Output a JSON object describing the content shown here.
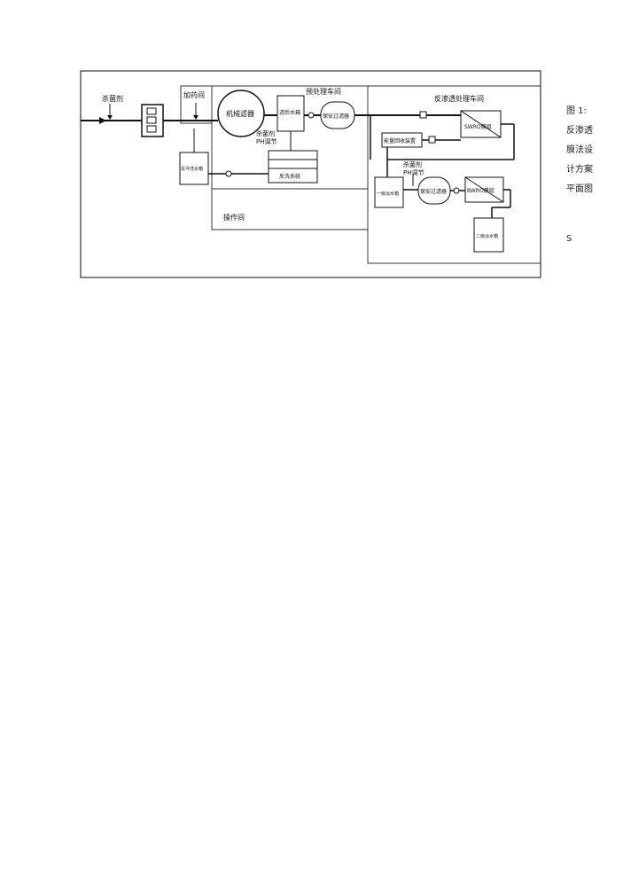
{
  "diagram": {
    "labels": {
      "disinfectant_in": "杀菌剂",
      "dosing_room": "加药间",
      "mechanical_filter": "机械滤器",
      "disinfectant_ph": "杀菌剂",
      "ph_adjust": "PH调节",
      "pretreatment_workshop": "预处理车间",
      "water_tank_1": "滤后水箱",
      "security_filter_1": "保安过滤器",
      "backwash_tank": "反冲洗水箱",
      "backwash_system": "反洗系统",
      "ro_workshop": "反渗透处理车间",
      "energy_recovery": "能量回收装置",
      "swro_module": "SWRO膜组",
      "disinfectant_2": "杀菌剂",
      "ph_adjust_2": "PH调节",
      "primary_tank": "一级淡水箱",
      "security_filter_2": "保安过滤器",
      "bwro_module": "BWRO膜组",
      "secondary_tank": "二级淡水箱",
      "operation_room": "操作间"
    }
  },
  "caption": {
    "line1": "图 1:",
    "line2": "反渗透",
    "line3": "膜法设",
    "line4": "计方案",
    "line5": "平面图",
    "line6": "S"
  }
}
